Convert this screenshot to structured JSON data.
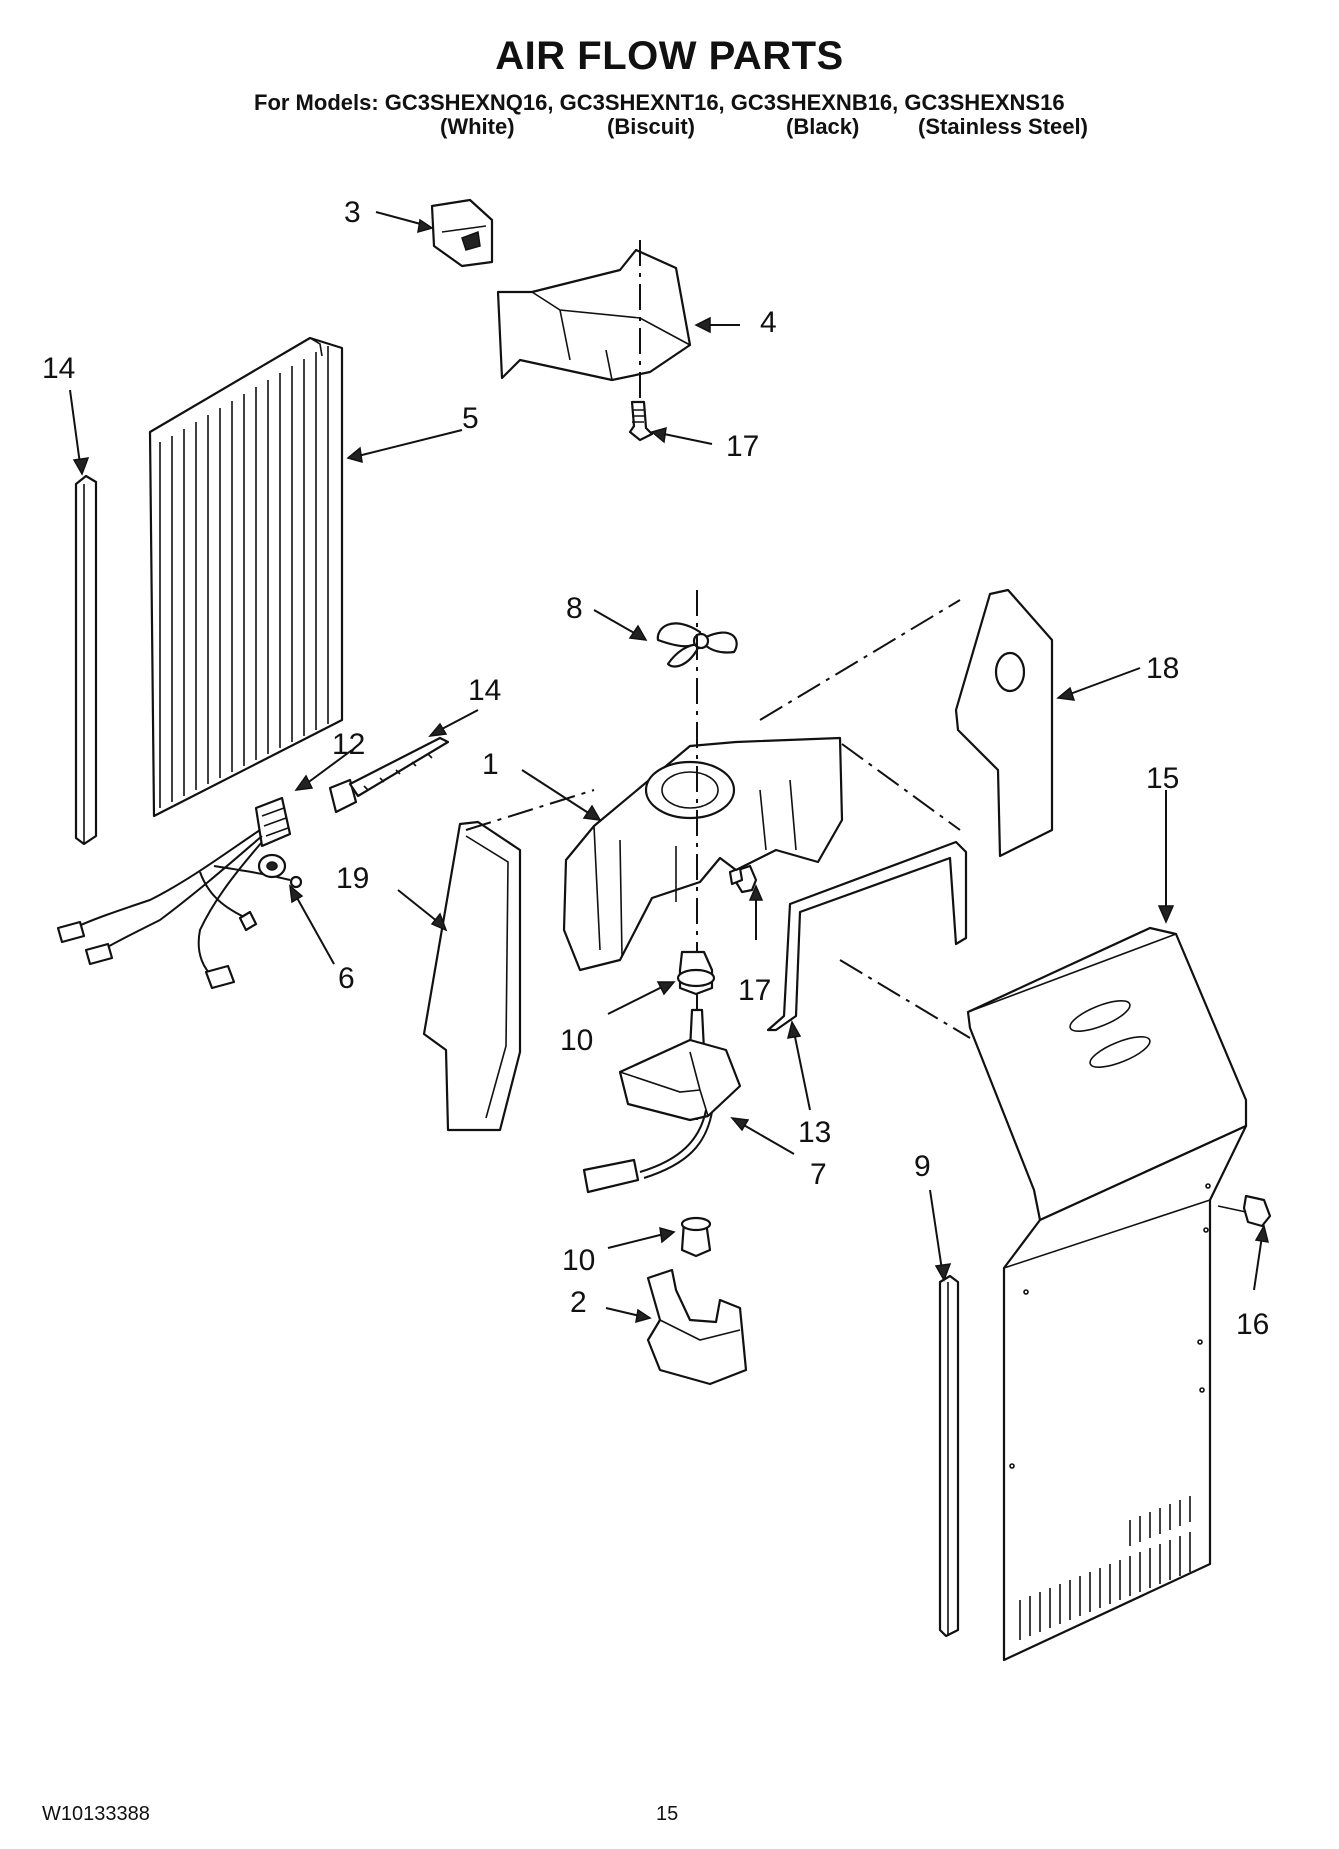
{
  "header": {
    "title": "AIR FLOW PARTS",
    "models_line": "For Models: GC3SHEXNQ16, GC3SHEXNT16, GC3SHEXNB16, GC3SHEXNS16",
    "variants": [
      "(White)",
      "(Biscuit)",
      "(Black)",
      "(Stainless Steel)"
    ]
  },
  "callouts": {
    "c1": "1",
    "c2": "2",
    "c3": "3",
    "c4": "4",
    "c5": "5",
    "c6": "6",
    "c7": "7",
    "c8": "8",
    "c9": "9",
    "c10a": "10",
    "c10b": "10",
    "c12": "12",
    "c13": "13",
    "c14a": "14",
    "c14b": "14",
    "c15": "15",
    "c16": "16",
    "c17a": "17",
    "c17b": "17",
    "c18": "18",
    "c19": "19"
  },
  "footer": {
    "doc_number": "W10133388",
    "page_number": "15"
  }
}
